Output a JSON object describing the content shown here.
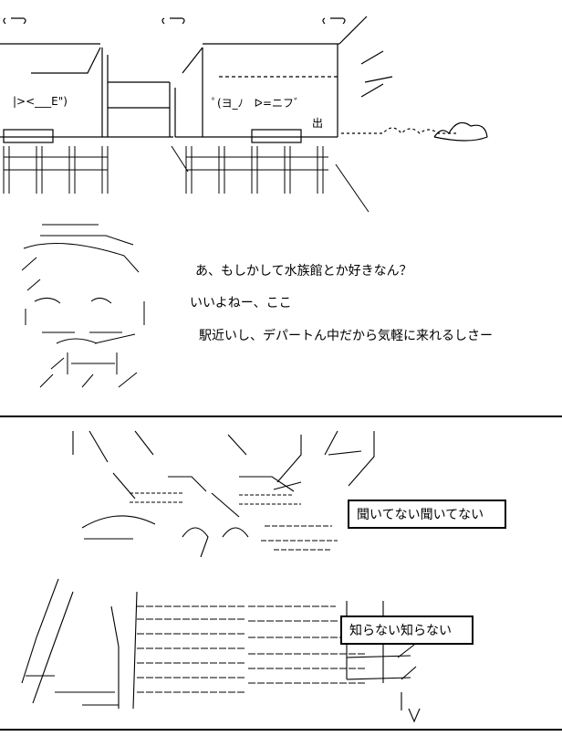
{
  "top_panel": {
    "dialogue": [
      "あ、もしかして水族館とか好きなん？",
      "いいよねー、ここ",
      "駅近いし、デパートん中だから気軽に来れるしさー"
    ],
    "train_art": {
      "face_left": "|><___E\")",
      "face_middle": "ﾟ(ヨ_ﾉ　ᐅ=ニフ゛",
      "signboard": "出"
    }
  },
  "bottom_panel": {
    "speech_bubbles": [
      "聞いてない聞いてない",
      "知らない知らない"
    ]
  }
}
